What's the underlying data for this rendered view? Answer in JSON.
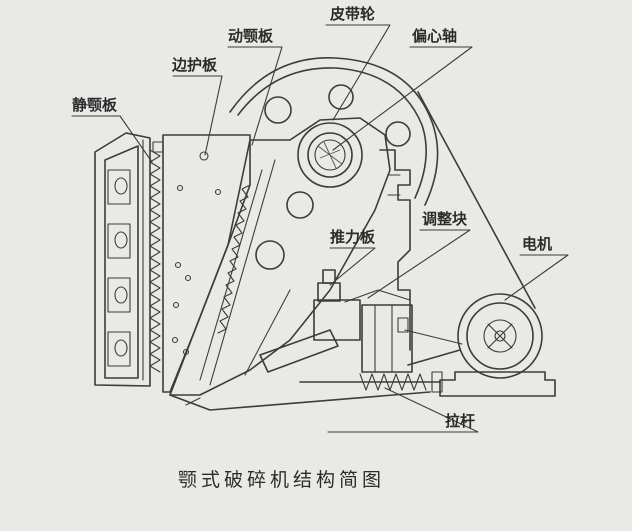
{
  "labels": {
    "static_jaw": "静颚板",
    "guard_plate": "边护板",
    "moving_jaw": "动颚板",
    "belt_wheel": "皮带轮",
    "eccentric_shaft": "偏心轴",
    "adjust_block": "调整块",
    "toggle_plate": "推力板",
    "motor": "电机",
    "tie_rod": "拉杆"
  },
  "caption": "颚式破碎机结构简图",
  "colors": {
    "paper": "#e9e9e6",
    "pencil": "#3c3c3c"
  }
}
